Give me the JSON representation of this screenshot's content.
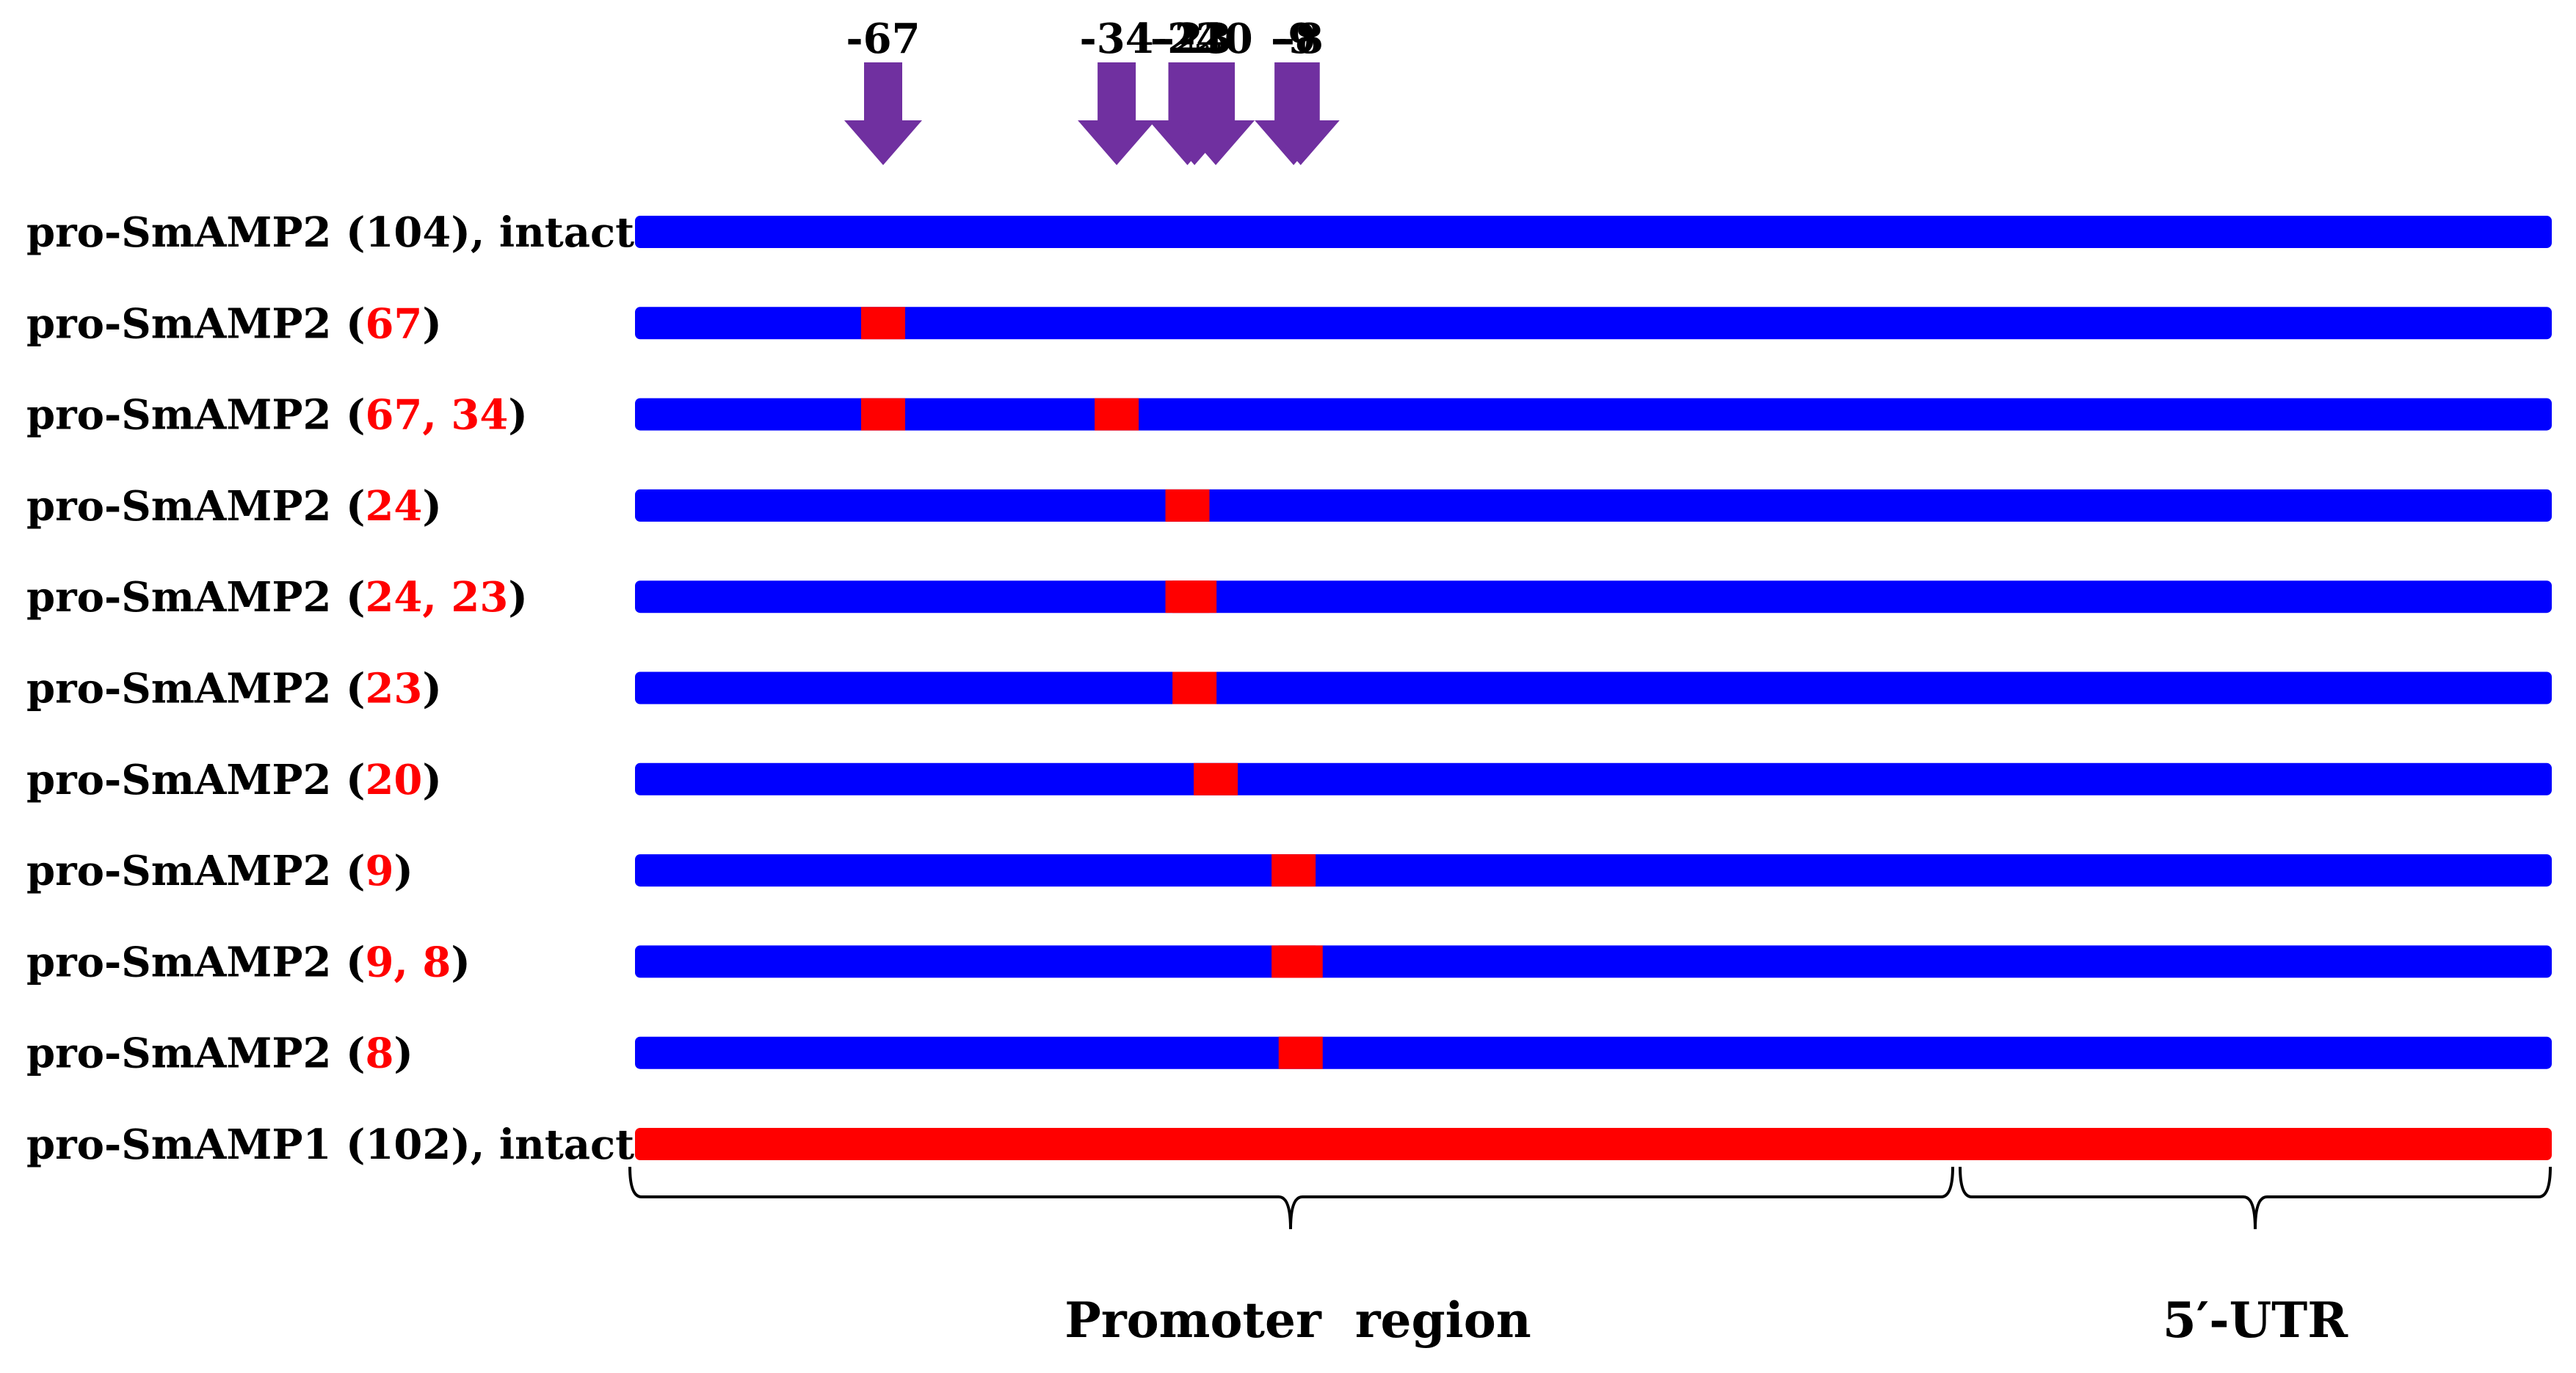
{
  "colors": {
    "intact_bar": "#0000ff",
    "mutation_box": "#ff0000",
    "control_bar": "#ff0000",
    "arrow": "#7030a0",
    "mutation_text": "#ff0000",
    "text": "#000000"
  },
  "arrows": [
    {
      "label": "-67",
      "position": -67
    },
    {
      "label": "-34",
      "position": -34
    },
    {
      "label": "-24",
      "position": -24
    },
    {
      "label": "-23",
      "position": -23
    },
    {
      "label": "-20",
      "position": -20
    },
    {
      "label": "-9",
      "position": -9
    },
    {
      "label": "-8",
      "position": -8
    }
  ],
  "constructs": [
    {
      "prefix": "pro-SmAMP2 (",
      "mutation_text": "",
      "suffix": "104), intact",
      "mutations": [],
      "bar_type": "intact"
    },
    {
      "prefix": "pro-SmAMP2 (",
      "mutation_text": "67",
      "suffix": ")",
      "mutations": [
        -67
      ],
      "bar_type": "intact"
    },
    {
      "prefix": "pro-SmAMP2 (",
      "mutation_text": "67, 34",
      "suffix": ")",
      "mutations": [
        -67,
        -34
      ],
      "bar_type": "intact"
    },
    {
      "prefix": "pro-SmAMP2 (",
      "mutation_text": "24",
      "suffix": ")",
      "mutations": [
        -24
      ],
      "bar_type": "intact"
    },
    {
      "prefix": "pro-SmAMP2 (",
      "mutation_text": "24, 23",
      "suffix": ")",
      "mutations": [
        -24,
        -23
      ],
      "bar_type": "intact"
    },
    {
      "prefix": "pro-SmAMP2 (",
      "mutation_text": "23",
      "suffix": ")",
      "mutations": [
        -23
      ],
      "bar_type": "intact"
    },
    {
      "prefix": "pro-SmAMP2 (",
      "mutation_text": "20",
      "suffix": ")",
      "mutations": [
        -20
      ],
      "bar_type": "intact"
    },
    {
      "prefix": "pro-SmAMP2 (",
      "mutation_text": "9",
      "suffix": ")",
      "mutations": [
        -9
      ],
      "bar_type": "intact"
    },
    {
      "prefix": "pro-SmAMP2 (",
      "mutation_text": "9, 8",
      "suffix": ")",
      "mutations": [
        -9,
        -8
      ],
      "bar_type": "intact"
    },
    {
      "prefix": "pro-SmAMP2 (",
      "mutation_text": "8",
      "suffix": ")",
      "mutations": [
        -8
      ],
      "bar_type": "intact"
    },
    {
      "prefix": "pro-SmAMP1 (",
      "mutation_text": "",
      "suffix": "102), intact",
      "mutations": [],
      "bar_type": "control"
    }
  ],
  "regions": [
    {
      "label": "Promoter  region",
      "name": "promoter"
    },
    {
      "label": "5′-UTR",
      "name": "utr"
    }
  ]
}
